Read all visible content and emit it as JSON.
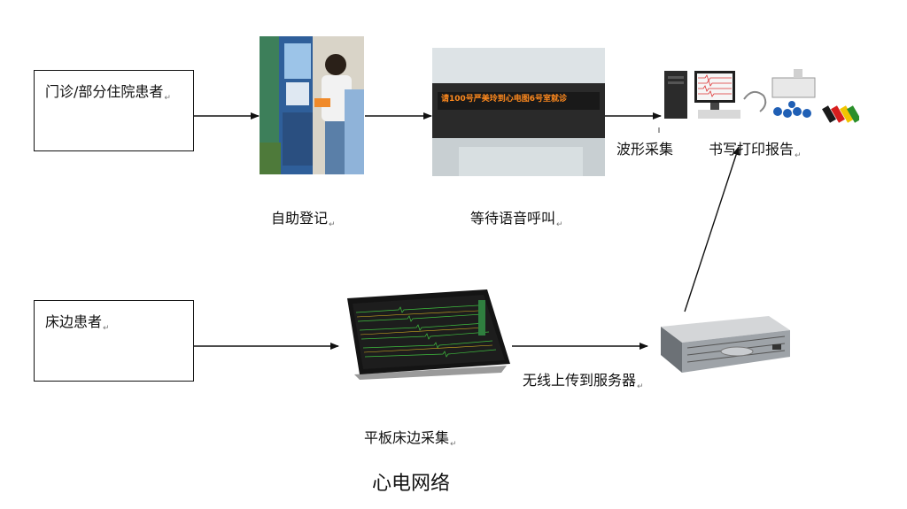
{
  "boxes": {
    "outpatient": "门诊/部分住院患者",
    "bedside": "床边患者"
  },
  "steps": {
    "self_register": "自助登记",
    "wait_call": "等待语音呼叫",
    "waveform": "波形采集",
    "report": "书写打印报告",
    "tablet": "平板床边采集",
    "upload": "无线上传到服务器"
  },
  "led_text": "请100号严美玲到心电图6号室就诊",
  "caption": "心电网络",
  "return_mark": "↵"
}
